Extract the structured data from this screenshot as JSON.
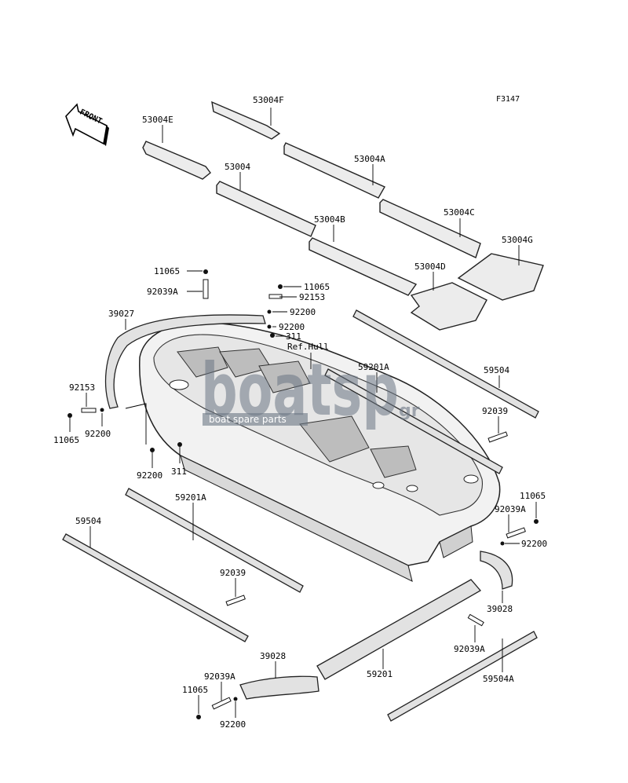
{
  "code": "F3147",
  "front_label": "FRONT",
  "watermark": {
    "main": "boatsp",
    "suffix": "gr",
    "sub": "boat spare parts"
  },
  "ref_label": "Ref.Hull",
  "labels": {
    "p53004F": "53004F",
    "p53004E": "53004E",
    "p53004A": "53004A",
    "p53004": "53004",
    "p53004C": "53004C",
    "p53004B": "53004B",
    "p53004G": "53004G",
    "p53004D": "53004D",
    "p11065_top": "11065",
    "p92039A_top": "92039A",
    "p11065_mid": "11065",
    "p92153_mid": "92153",
    "p92200_mid1": "92200",
    "p92200_mid2": "92200",
    "p311_mid": "311",
    "p39027": "39027",
    "p59201A_right": "59201A",
    "p59504_right": "59504",
    "p92153_left": "92153",
    "p11065_left": "11065",
    "p92200_left": "92200",
    "p92039_right": "92039",
    "p92200_lower": "92200",
    "p311_lower": "311",
    "p59201A_left": "59201A",
    "p59504_left": "59504",
    "p11065_right": "11065",
    "p92039A_right": "92039A",
    "p92200_right": "92200",
    "p92039_left": "92039",
    "p39028_right": "39028",
    "p92039A_lower": "92039A",
    "p59201": "59201",
    "p39028_left": "39028",
    "p92039A_left": "92039A",
    "p59504A": "59504A",
    "p11065_bottom": "11065",
    "p92200_bottom": "92200"
  }
}
